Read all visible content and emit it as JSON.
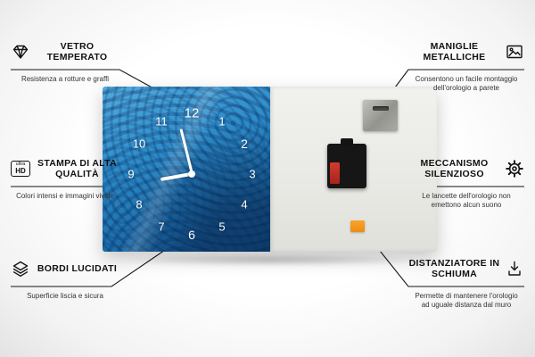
{
  "clock": {
    "numbers": [
      "12",
      "1",
      "2",
      "3",
      "4",
      "5",
      "6",
      "7",
      "8",
      "9",
      "10",
      "11"
    ]
  },
  "callouts": {
    "left": [
      {
        "title": "VETRO TEMPERATO",
        "subtitle": "Resistenza a rotture e graffi",
        "icon": "diamond-icon"
      },
      {
        "title": "STAMPA DI ALTA QUALITÀ",
        "subtitle": "Colori intensi e immagini vivide",
        "icon": "ultra-hd-badge",
        "icon_line1": "ultra",
        "icon_line2": "HD"
      },
      {
        "title": "BORDI LUCIDATI",
        "subtitle": "Superficie liscia e sicura",
        "icon": "layers-icon"
      }
    ],
    "right": [
      {
        "title": "MANIGLIE METALLICHE",
        "subtitle": "Consentono un facile montaggio dell'orologio a parete",
        "icon": "picture-icon"
      },
      {
        "title": "MECCANISMO SILENZIOSO",
        "subtitle": "Le lancette dell'orologio non emettono alcun suono",
        "icon": "gear-icon"
      },
      {
        "title": "DISTANZIATORE IN SCHIUMA",
        "subtitle": "Permette di mantenere l'orologio ad uguale distanza dal muro",
        "icon": "foam-spacer-icon"
      }
    ]
  },
  "colors": {
    "clock_blue": "#1e78bb",
    "back_panel_gray": "#e9e9e5",
    "metal_gray": "#94948f",
    "battery_red": "#c62828",
    "spacer_orange": "#f59a1e",
    "line_black": "#141414"
  }
}
